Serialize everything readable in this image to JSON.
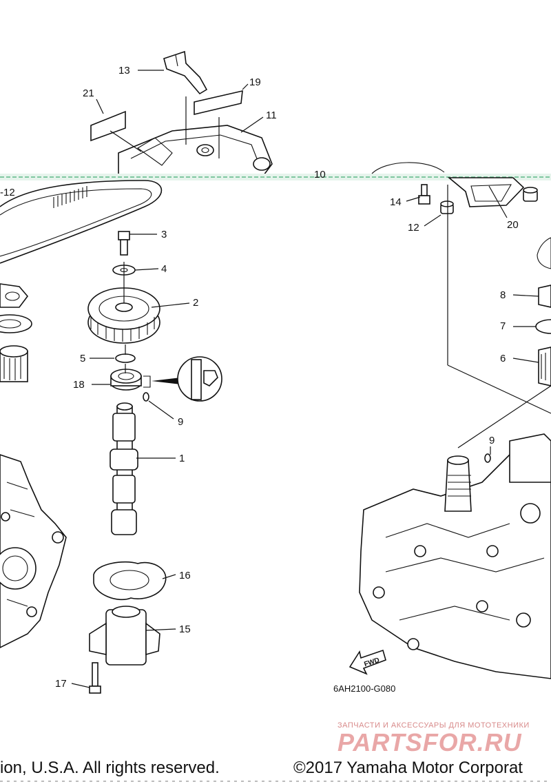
{
  "callouts": {
    "c1": "1",
    "c2": "2",
    "c3": "3",
    "c4": "4",
    "c5": "5",
    "c6": "6",
    "c7": "7",
    "c8": "8",
    "c9a": "9",
    "c9b": "9",
    "c10": "10",
    "c11": "11",
    "c12a": "-12",
    "c12b": "12",
    "c13": "13",
    "c14": "14",
    "c15": "15",
    "c16": "16",
    "c17": "17",
    "c18": "18",
    "c19": "19",
    "c20": "20",
    "c21": "21"
  },
  "fwd_arrow_label": "FWD",
  "diagram_code": "6AH2100-G080",
  "watermark": {
    "tagline": "ЗАПЧАСТИ И АКСЕССУАРЫ ДЛЯ МОТОТЕХНИКИ",
    "brand": "PARTSFOR.RU"
  },
  "footer": {
    "left": "ion, U.S.A. All rights reserved.",
    "right": "©2017 Yamaha Motor Corporat"
  },
  "colors": {
    "line": "#111111",
    "watermark": "#e9a7a7",
    "scan_seam": "#7fc7a0"
  }
}
